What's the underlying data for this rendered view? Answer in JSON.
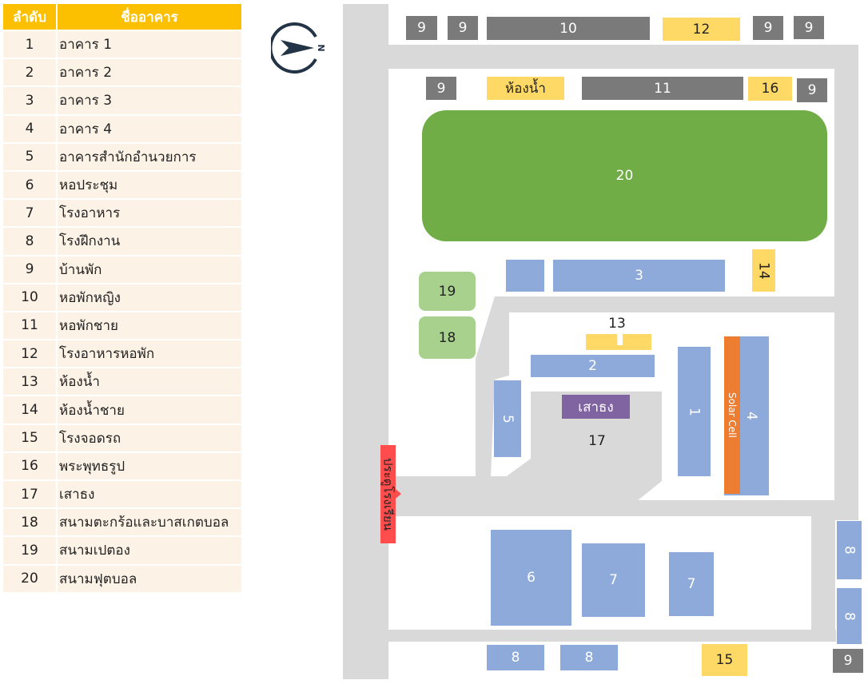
{
  "legend": {
    "header_no": "ลำดับ",
    "header_name": "ชื่ออาคาร",
    "rows": [
      {
        "no": "1",
        "name": "อาคาร 1"
      },
      {
        "no": "2",
        "name": "อาคาร 2"
      },
      {
        "no": "3",
        "name": "อาคาร 3"
      },
      {
        "no": "4",
        "name": "อาคาร 4"
      },
      {
        "no": "5",
        "name": "อาคารสำนักอำนวยการ"
      },
      {
        "no": "6",
        "name": "หอประชุม"
      },
      {
        "no": "7",
        "name": "โรงอาหาร"
      },
      {
        "no": "8",
        "name": "โรงฝึกงาน"
      },
      {
        "no": "9",
        "name": "บ้านพัก"
      },
      {
        "no": "10",
        "name": "หอพักหญิง"
      },
      {
        "no": "11",
        "name": "หอพักชาย"
      },
      {
        "no": "12",
        "name": "โรงอาหารหอพัก"
      },
      {
        "no": "13",
        "name": "ห้องน้ำ"
      },
      {
        "no": "14",
        "name": "ห้องน้ำชาย"
      },
      {
        "no": "15",
        "name": "โรงจอดรถ"
      },
      {
        "no": "16",
        "name": "พระพุทธรูป"
      },
      {
        "no": "17",
        "name": "เสาธง"
      },
      {
        "no": "18",
        "name": "สนามตะกร้อและบาสเกตบอล"
      },
      {
        "no": "19",
        "name": "สนามเปตอง"
      },
      {
        "no": "20",
        "name": "สนามฟุตบอล"
      }
    ]
  },
  "compass": {
    "label": "N"
  },
  "map": {
    "labels": {
      "n1": "1",
      "n2": "2",
      "n3": "3",
      "n4": "4",
      "n5": "5",
      "n6": "6",
      "n7": "7",
      "n8": "8",
      "n9": "9",
      "n10": "10",
      "n11": "11",
      "n12": "12",
      "n13": "13",
      "n14": "14",
      "n15": "15",
      "n16": "16",
      "n17": "17",
      "n18": "18",
      "n19": "19",
      "n20": "20",
      "restroom": "ห้องน้ำ",
      "flagpole": "เสาธง",
      "solar": "Solar Cell",
      "gate": "ประตูโรงเรียน"
    }
  },
  "colors": {
    "gray": "#7a7a7a",
    "yellow": "#fed966",
    "blue": "#8eaadb",
    "green": "#70ad47",
    "light_green": "#a9d18e",
    "purple": "#8064a2",
    "orange": "#ed7d31",
    "red": "#ff4d4d",
    "road": "#d9d9d9",
    "header": "#fdc000"
  }
}
